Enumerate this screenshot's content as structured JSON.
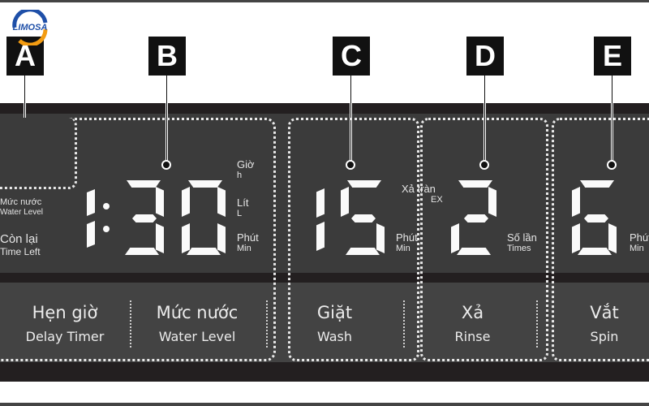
{
  "logo": {
    "text": "LIMOSA"
  },
  "markers": [
    {
      "id": "A",
      "label": "A"
    },
    {
      "id": "B",
      "label": "B"
    },
    {
      "id": "C",
      "label": "C"
    },
    {
      "id": "D",
      "label": "D"
    },
    {
      "id": "E",
      "label": "E"
    }
  ],
  "section_a": {
    "icons": [
      "key-icon",
      "clock-icon"
    ],
    "water_level_vn": "Mức nước",
    "water_level_en": "Water Level",
    "time_left_vn": "Còn lại",
    "time_left_en": "Time Left"
  },
  "section_b": {
    "display_value": "1:30",
    "unit_hour_vn": "Giờ",
    "unit_hour_en": "h",
    "unit_liter_vn": "Lít",
    "unit_liter_en": "L",
    "unit_min_vn": "Phút",
    "unit_min_en": "Min"
  },
  "section_c": {
    "display_value": "15",
    "unit_min_vn": "Phút",
    "unit_min_en": "Min"
  },
  "section_d": {
    "display_value": "2",
    "overflow_vn": "Xả tràn",
    "overflow_en": "EX",
    "times_vn": "Số lần",
    "times_en": "Times"
  },
  "section_e": {
    "display_value": "6",
    "unit_min_vn": "Phút",
    "unit_min_en": "Min"
  },
  "buttons": [
    {
      "vn": "Hẹn giờ",
      "en": "Delay Timer"
    },
    {
      "vn": "Mức nước",
      "en": "Water Level"
    },
    {
      "vn": "Giặt",
      "en": "Wash"
    },
    {
      "vn": "Xả",
      "en": "Rinse"
    },
    {
      "vn": "Vắt",
      "en": "Spin"
    }
  ],
  "colors": {
    "frame": "#231f20",
    "display": "#3b3b3b",
    "button_strip": "#434343",
    "segment": "#fafafa",
    "logo_blue": "#1e4fa8",
    "logo_orange": "#f39c12"
  }
}
